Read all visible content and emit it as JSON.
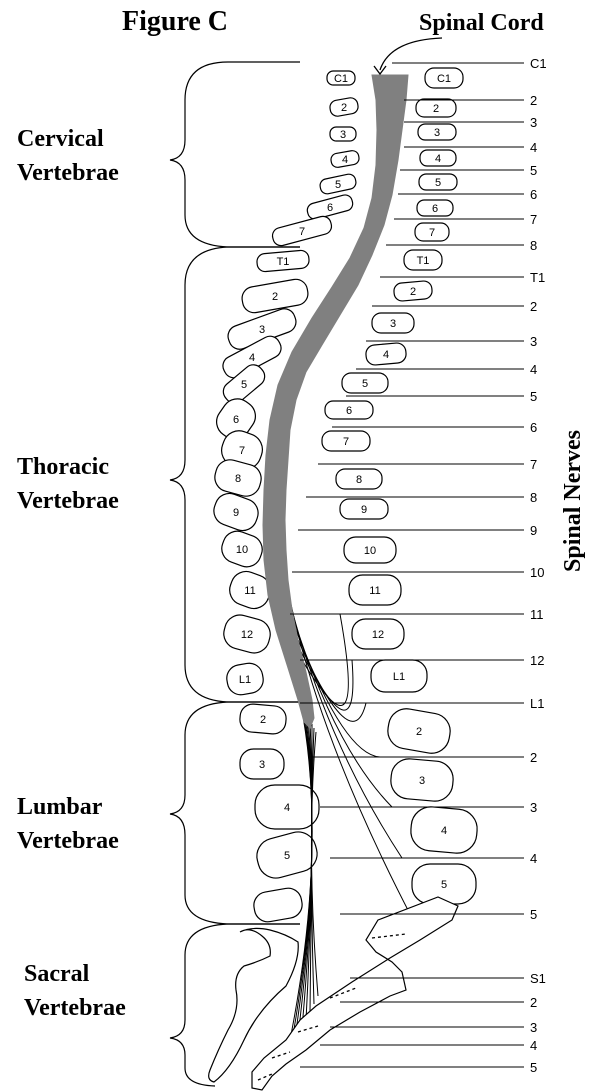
{
  "figure_title": "Figure C",
  "cord_label": "Spinal Cord",
  "nerves_label": "Spinal Nerves",
  "regions": [
    {
      "line1": "Cervical",
      "line2": "Vertebrae"
    },
    {
      "line1": "Thoracic",
      "line2": "Vertebrae"
    },
    {
      "line1": "Lumbar",
      "line2": "Vertebrae"
    },
    {
      "line1": "Sacral",
      "line2": "Vertebrae"
    }
  ],
  "left_vertebrae": [
    "C1",
    "2",
    "3",
    "4",
    "5",
    "6",
    "7",
    "T1",
    "2",
    "3",
    "4",
    "5",
    "6",
    "7",
    "8",
    "9",
    "10",
    "11",
    "12",
    "L1",
    "2",
    "3",
    "4",
    "5"
  ],
  "right_vertebrae": [
    "C1",
    "2",
    "3",
    "4",
    "5",
    "6",
    "7",
    "T1",
    "2",
    "3",
    "4",
    "5",
    "6",
    "7",
    "8",
    "9",
    "10",
    "11",
    "12",
    "L1",
    "2",
    "3",
    "4",
    "5"
  ],
  "nerve_labels": [
    "C1",
    "2",
    "3",
    "4",
    "5",
    "6",
    "7",
    "8",
    "T1",
    "2",
    "3",
    "4",
    "5",
    "6",
    "7",
    "8",
    "9",
    "10",
    "11",
    "12",
    "L1",
    "2",
    "3",
    "4",
    "5",
    "S1",
    "2",
    "3",
    "4",
    "5"
  ],
  "colors": {
    "cord": "#808080",
    "ink": "#000000"
  }
}
